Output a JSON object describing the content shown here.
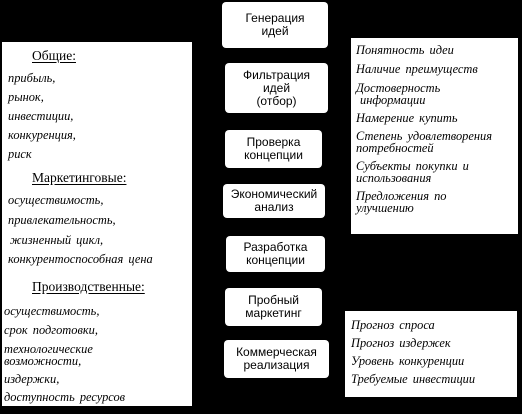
{
  "stages": [
    {
      "lines": [
        "Генерация",
        "идей"
      ]
    },
    {
      "lines": [
        "Фильтрация",
        "идей",
        "(отбор)"
      ]
    },
    {
      "lines": [
        "Проверка",
        "концепции"
      ]
    },
    {
      "lines": [
        "Экономический",
        "анализ"
      ]
    },
    {
      "lines": [
        "Разработка",
        "концепции"
      ]
    },
    {
      "lines": [
        "Пробный",
        "маркетинг"
      ]
    },
    {
      "lines": [
        "Коммерческая",
        "реализация"
      ]
    }
  ],
  "left_panel": {
    "general": {
      "heading": "Общие:",
      "items": [
        "прибыль,",
        "рынок,",
        "инвестиции,",
        "конкуренция,",
        "риск"
      ]
    },
    "marketing": {
      "heading": "Маркетинговые:",
      "items": [
        "осуществимость,",
        "привлекательность,",
        "жизненный  цикл,",
        "конкурентоспособная  цена"
      ]
    },
    "production": {
      "heading": "Производственные:",
      "items": [
        "осуществимость,",
        "срок  подготовки,",
        "технологические",
        "возможности,",
        "издержки,",
        "доступность  ресурсов"
      ]
    }
  },
  "right_top": {
    "items": [
      "Понятность  идеи",
      "Наличие преимуществ",
      "Достоверность",
      " информации",
      "Намерение  купить",
      "Степень удовлетворения",
      "потребностей",
      "Субъекты  покупки  и",
      "использования",
      "Предложения  по",
      "  улучшению"
    ]
  },
  "right_bottom": {
    "items": [
      "Прогноз  спроса",
      "Прогноз  издержек",
      "Уровень  конкуренции",
      "Требуемые  инвестиции"
    ]
  }
}
